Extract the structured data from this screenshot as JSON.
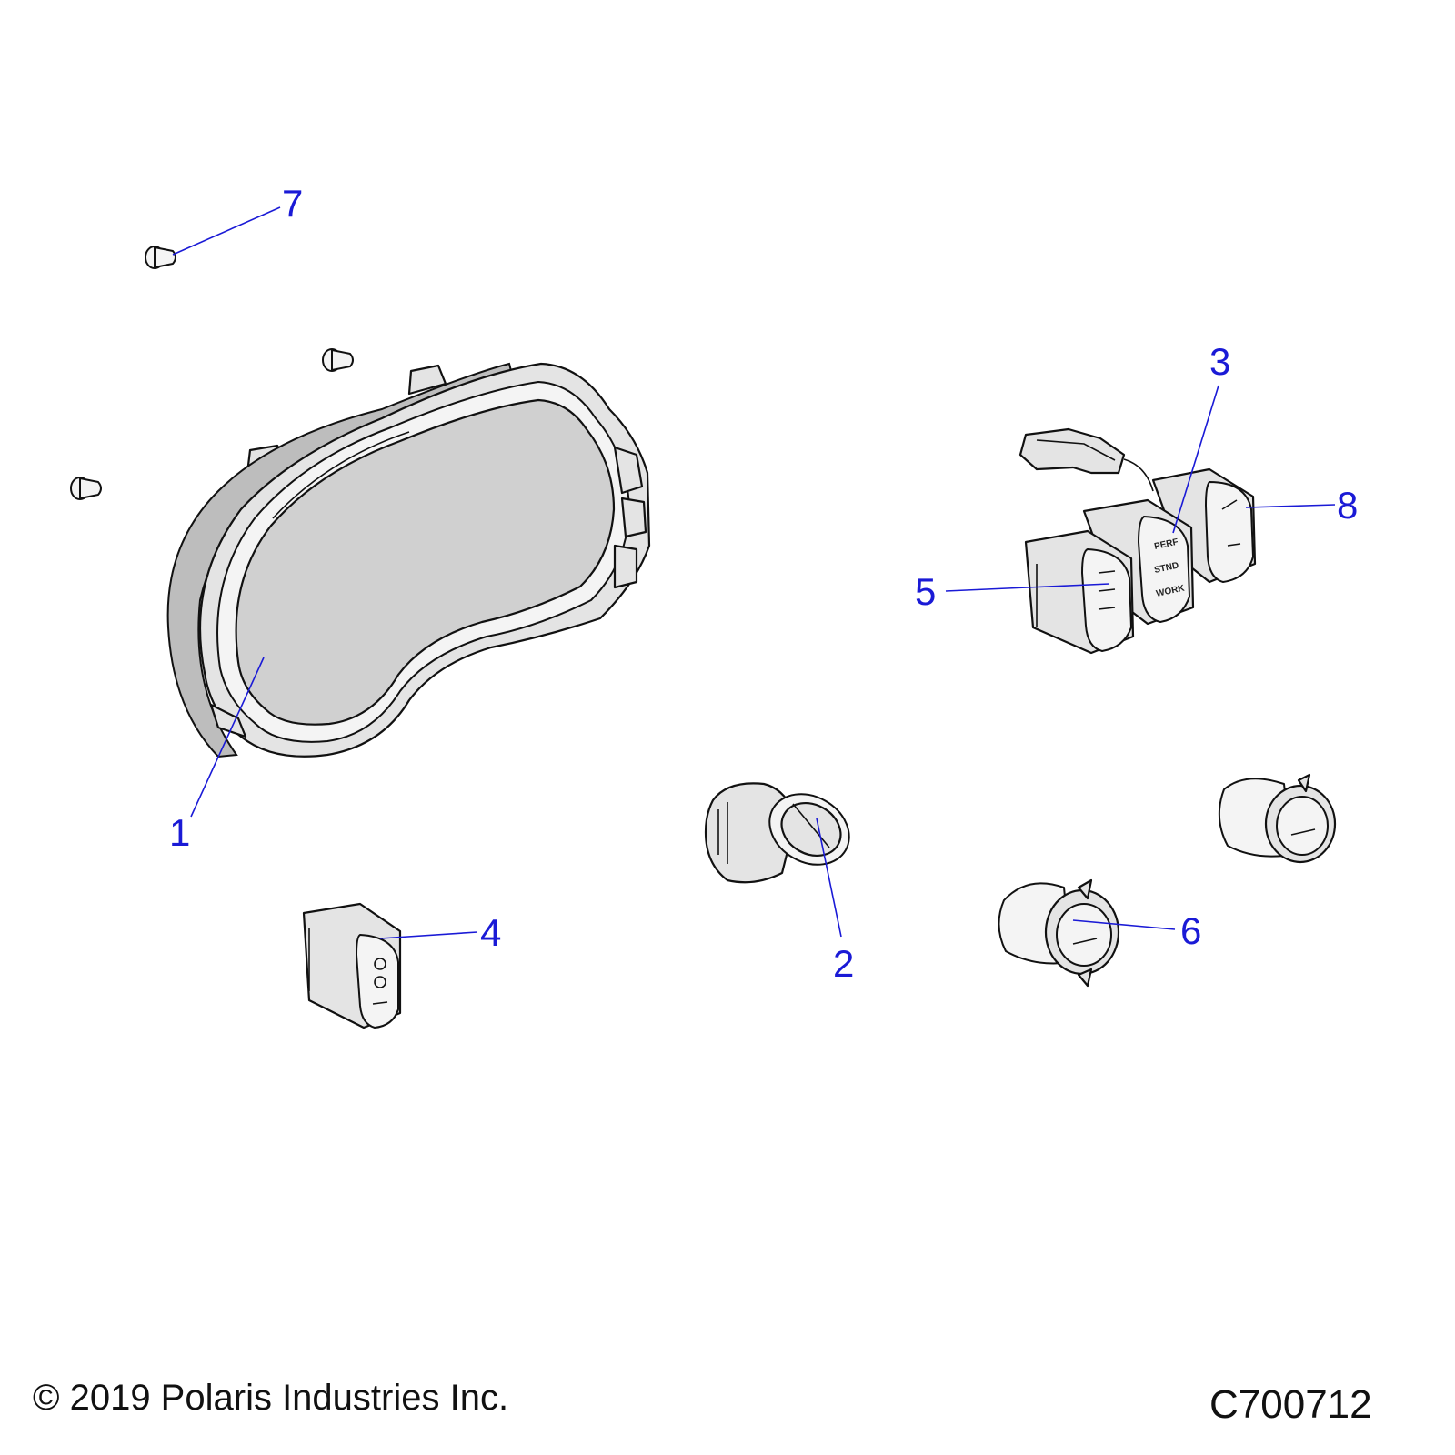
{
  "callouts": [
    {
      "number": "1"
    },
    {
      "number": "2"
    },
    {
      "number": "3"
    },
    {
      "number": "4"
    },
    {
      "number": "5"
    },
    {
      "number": "6"
    },
    {
      "number": "7"
    },
    {
      "number": "8"
    }
  ],
  "switch_labels": {
    "line1": "PERF",
    "line2": "STND",
    "line3": "WORK"
  },
  "footer": {
    "copyright": "© 2019 Polaris Industries Inc.",
    "drawing_id": "C700712"
  },
  "colors": {
    "callout": "#1a1ad6",
    "linework": "#111111",
    "background": "#ffffff"
  }
}
